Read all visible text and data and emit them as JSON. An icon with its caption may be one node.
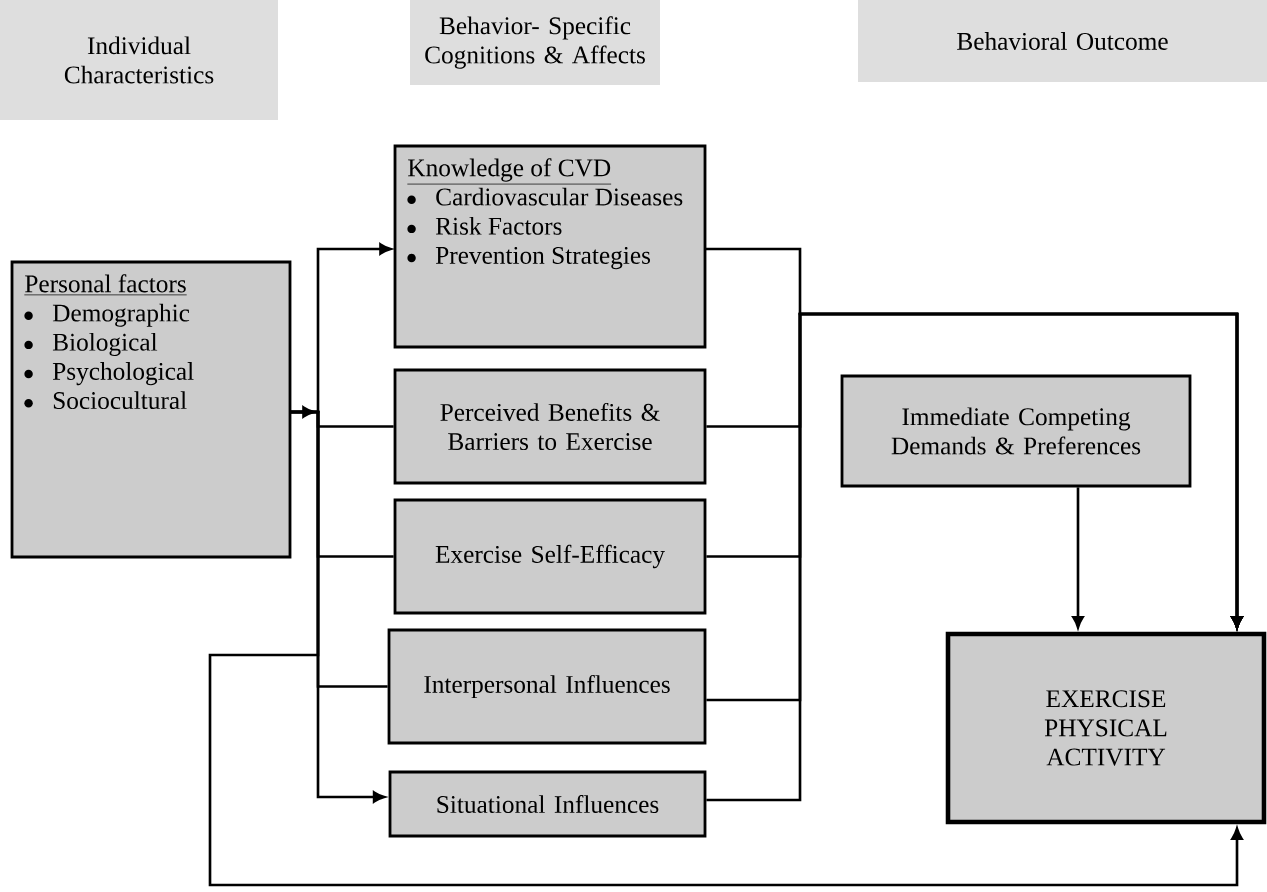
{
  "diagram": {
    "nodes": [
      {
        "text": [
          "Individual Characteristics"
        ]
      },
      {
        "text": [
          "Behavior- Specific Cognitions & Affects"
        ]
      },
      {
        "text": [
          "Behavioral Outcome"
        ]
      },
      {
        "text": [
          "Personal factors",
          "Demographic",
          "Biological",
          "Psychological",
          "Sociocultural"
        ]
      },
      {
        "text": [
          "Knowledge of CVD",
          "Cardiovascular Diseases",
          "Risk Factors",
          "Prevention Strategies"
        ]
      },
      {
        "text": [
          "Perceived Benefits & Barriers to Exercise"
        ]
      },
      {
        "text": [
          "Exercise Self-Efficacy"
        ]
      },
      {
        "text": [
          "Interpersonal Influences"
        ]
      },
      {
        "text": [
          "Situational Influences"
        ]
      },
      {
        "text": [
          "Immediate Competing Demands & Preferences"
        ]
      },
      {
        "text": [
          "EXERCISE PHYSICAL ACTIVITY"
        ]
      }
    ],
    "edges": [
      {
        "from": 3,
        "to": 4,
        "arrow": "to"
      },
      {
        "from": 3,
        "to": 5,
        "arrow": "none"
      },
      {
        "from": 3,
        "to": 6,
        "arrow": "none"
      },
      {
        "from": 3,
        "to": 7,
        "arrow": "none"
      },
      {
        "from": 3,
        "to": 8,
        "arrow": "to"
      },
      {
        "from": 3,
        "to": 10,
        "arrow": "to"
      },
      {
        "from": 4,
        "to": 10,
        "arrow": "to"
      },
      {
        "from": 5,
        "to": 10,
        "arrow": "to"
      },
      {
        "from": 6,
        "to": 10,
        "arrow": "to"
      },
      {
        "from": 7,
        "to": 10,
        "arrow": "to"
      },
      {
        "from": 8,
        "to": 10,
        "arrow": "to"
      },
      {
        "from": 9,
        "to": 10,
        "arrow": "to"
      }
    ]
  }
}
